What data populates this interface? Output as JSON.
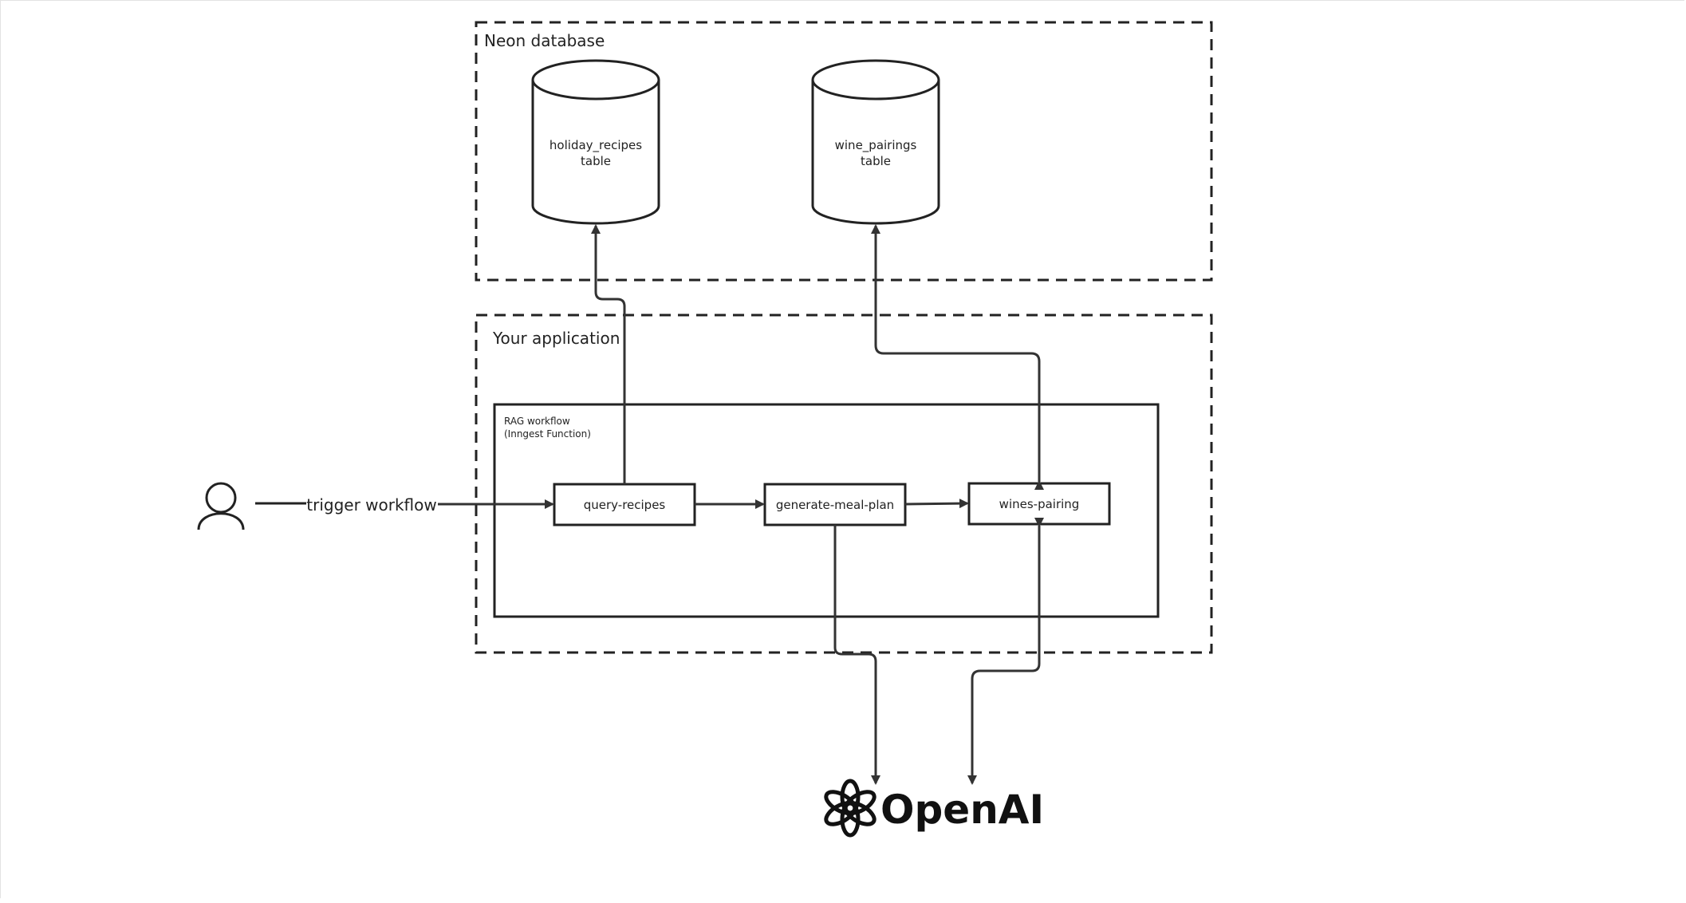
{
  "groups": {
    "neon_database": {
      "label": "Neon database"
    },
    "your_application": {
      "label": "Your application"
    },
    "rag_workflow": {
      "label_line1": "RAG workflow",
      "label_line2": "(Inngest Function)"
    }
  },
  "tables": [
    {
      "line1": "holiday_recipes",
      "line2": "table"
    },
    {
      "line1": "wine_pairings",
      "line2": "table"
    }
  ],
  "steps": [
    {
      "label": "query-recipes"
    },
    {
      "label": "generate-meal-plan"
    },
    {
      "label": "wines-pairing"
    }
  ],
  "edges": {
    "trigger": {
      "label": "trigger workflow"
    }
  },
  "external": {
    "openai": {
      "label": "OpenAI"
    }
  },
  "colors": {
    "stroke": "#222222",
    "background": "#ffffff"
  },
  "icons": {
    "user": "user-icon",
    "openai": "openai-logo"
  }
}
